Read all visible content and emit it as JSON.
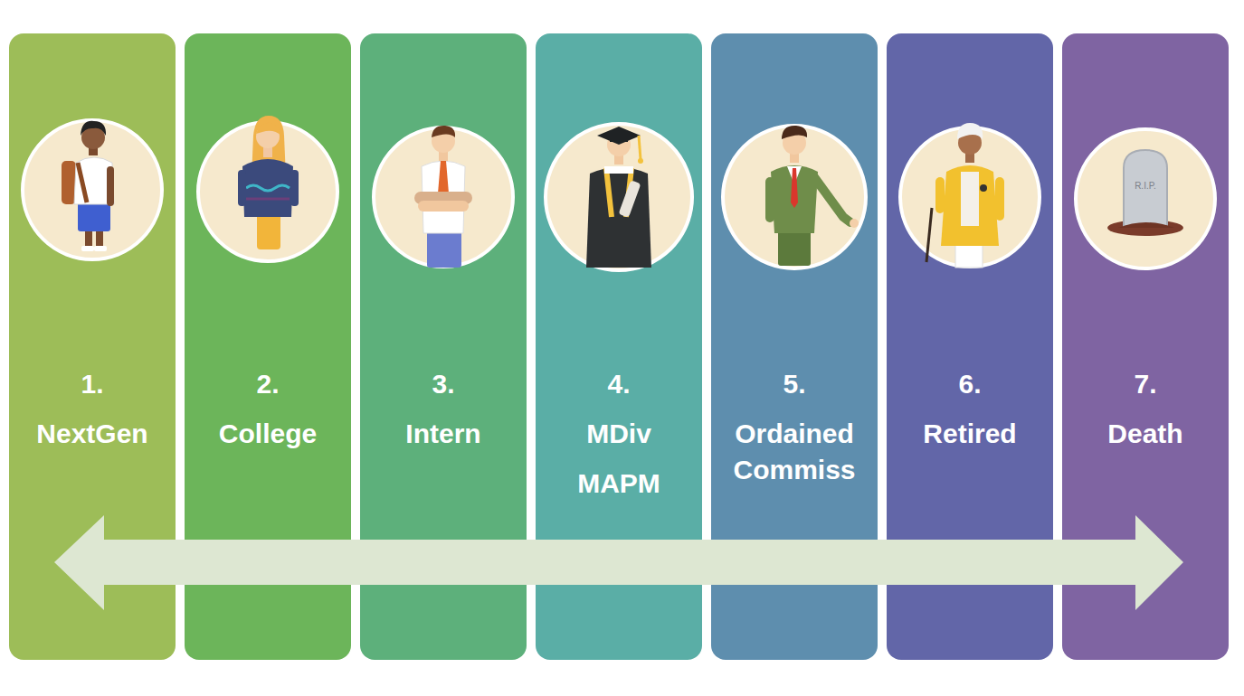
{
  "diagram": {
    "nodes": [
      {
        "text": [
          "1.",
          "NextGen"
        ]
      },
      {
        "text": [
          "2.",
          "College"
        ]
      },
      {
        "text": [
          "3.",
          "Intern"
        ]
      },
      {
        "text": [
          "4.",
          "MDiv",
          "MAPM"
        ]
      },
      {
        "text": [
          "5.",
          "Ordained Commiss"
        ]
      },
      {
        "text": [
          "6.",
          "Retired"
        ]
      },
      {
        "text": [
          "7.",
          "Death"
        ]
      }
    ],
    "labels": [
      "R.I.P."
    ]
  }
}
